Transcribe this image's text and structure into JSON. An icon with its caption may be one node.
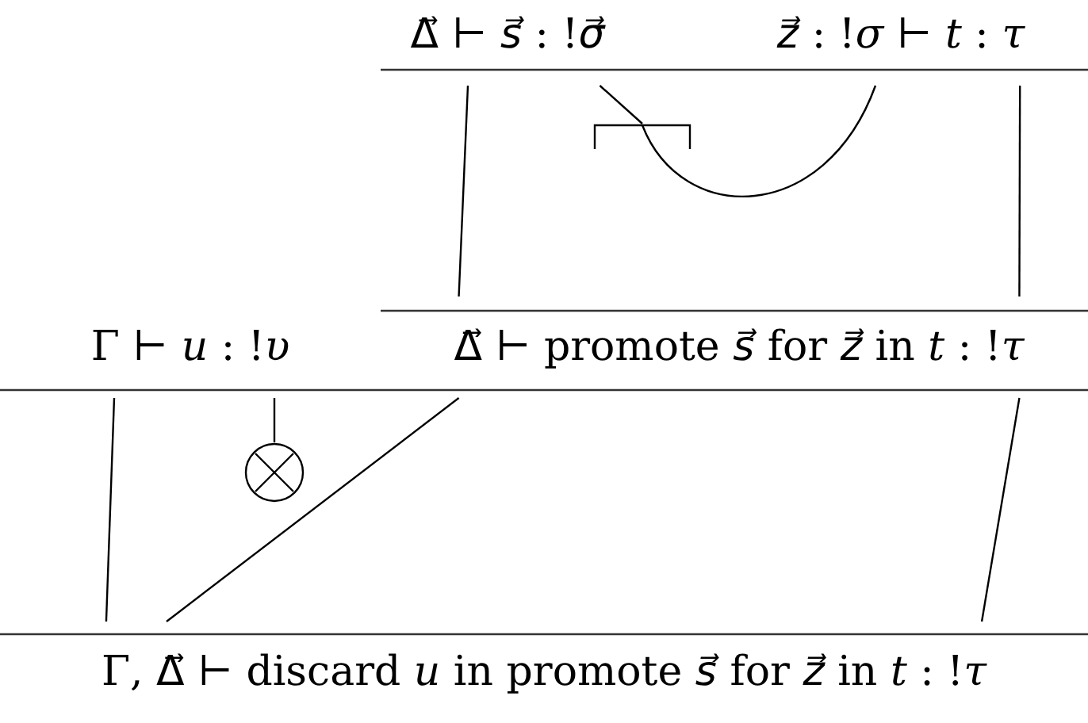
{
  "diagram": {
    "nodes": [
      {
        "text": [
          "Δ⃗ ⊢ *s⃗* : !*σ⃗*"
        ]
      },
      {
        "text": [
          "*z⃗* : !*σ* ⊢ *t* : *τ*"
        ]
      },
      {
        "text": [],
        "shape": "bracket"
      },
      {
        "text": [
          "Γ ⊢ *u* : !*υ*"
        ]
      },
      {
        "text": [
          "Δ⃗ ⊢ promote *s⃗* for *z⃗* in *t* : !*τ*"
        ]
      },
      {
        "text": [],
        "shape": "circle"
      },
      {
        "text": [
          "Γ, Δ⃗ ⊢ discard *u* in promote *s⃗* for *z⃗* in *t* : !*τ*"
        ]
      }
    ],
    "edges": [
      {
        "from": 0,
        "to": 4,
        "arrow": "none"
      },
      {
        "from": 0,
        "to": 2,
        "arrow": "none"
      },
      {
        "from": 2,
        "to": 1,
        "arrow": "none"
      },
      {
        "from": 1,
        "to": 4,
        "arrow": "none"
      },
      {
        "from": 3,
        "to": 6,
        "arrow": "none"
      },
      {
        "from": 3,
        "to": 5,
        "arrow": "none"
      },
      {
        "from": 4,
        "to": 6,
        "arrow": "none"
      },
      {
        "from": 4,
        "to": 6,
        "arrow": "none"
      }
    ]
  }
}
